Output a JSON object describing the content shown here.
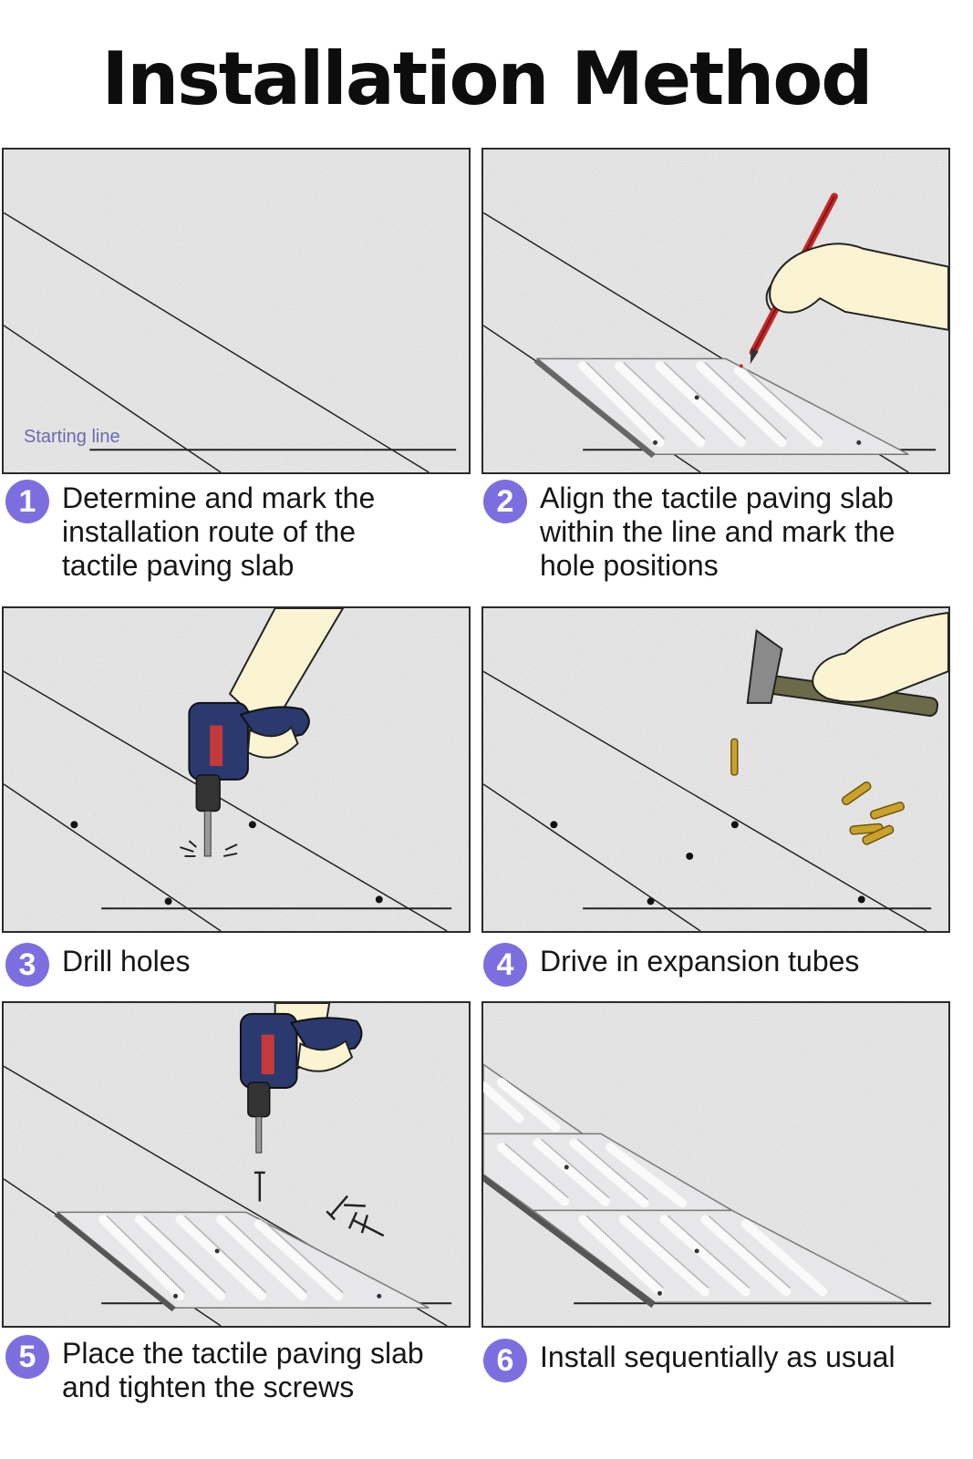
{
  "title": "Installation Method",
  "colors": {
    "badge": "#7d6ee0",
    "drill_body": "#2a3a6e",
    "drill_accent": "#c43a3a",
    "pencil": "#c62828",
    "hammer_handle": "#6b6b4a",
    "anchor": "#c9a227"
  },
  "steps": [
    {
      "number": "1",
      "lines": [
        "Determine and mark the",
        "installation route of the",
        "tactile paving slab"
      ],
      "annotation": "Starting line"
    },
    {
      "number": "2",
      "lines": [
        "Align the tactile paving slab",
        "within the line and mark the",
        "hole positions"
      ]
    },
    {
      "number": "3",
      "lines": [
        "Drill holes"
      ]
    },
    {
      "number": "4",
      "lines": [
        "Drive in expansion tubes"
      ]
    },
    {
      "number": "5",
      "lines": [
        "Place the tactile paving slab",
        "and tighten the screws"
      ]
    },
    {
      "number": "6",
      "lines": [
        "Install sequentially as usual"
      ]
    }
  ]
}
